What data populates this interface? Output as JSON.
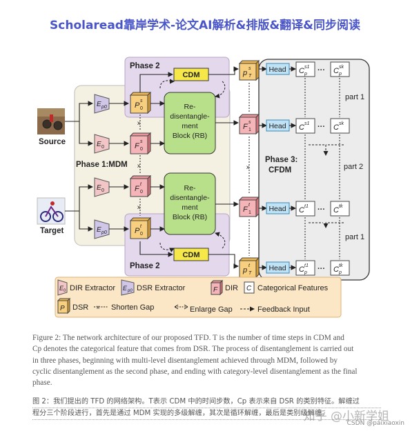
{
  "header": {
    "title": "Scholaread靠岸学术-论文AI解析&排版&翻译&同步阅读"
  },
  "figure": {
    "phase2_label": "Phase 2",
    "phase1_label": "Phase 1:MDM",
    "phase3_label_line1": "Phase 3:",
    "phase3_label_line2": "CFDM",
    "cdm_label": "CDM",
    "source_label": "Source",
    "target_label": "Target",
    "rb_line1": "Re-",
    "rb_line2": "disentangle-",
    "rb_line3": "ment",
    "rb_line4": "Block (RB)",
    "head_label": "Head",
    "part1_label": "part 1",
    "part2_label": "part 2",
    "dots": "···",
    "legend": {
      "dir_extractor": "DIR Extractor",
      "dsr_extractor": "DSR Extractor",
      "dir": "DIR",
      "categorical": "Categorical Features",
      "dsr": "DSR",
      "shorten_gap": "Shorten Gap",
      "enlarge_gap": "Enlarge Gap",
      "feedback": "Feedback Input"
    }
  },
  "caption": {
    "en_line1": "Figure 2: The network architecture of our proposed TFD. T is the number of time steps in CDM and",
    "en_line2": "Cp  denotes the categorical feature that comes from DSR. The process of disentanglement is carried out",
    "en_line3": "in three phases, beginning with multi-level disentanglement achieved through MDM, followed by",
    "en_line4": "cyclic disentanglement as the second phase, and ending with category-level disentanglement as the final",
    "en_line5": "phase.",
    "cn_line1": "图 2：我们提出的 TFD 的网络架构。T表示 CDM 中的时间步数，Cp 表示来自 DSR 的类别特征。解缠过",
    "cn_line2": "程分三个阶段进行，首先是通过 MDM 实现的多级解缠，其次是循环解缠，最后是类别级解缠。"
  },
  "watermark": {
    "text": "知乎 @小新学姐",
    "csdn": "CSDN @paixiaoxin"
  }
}
